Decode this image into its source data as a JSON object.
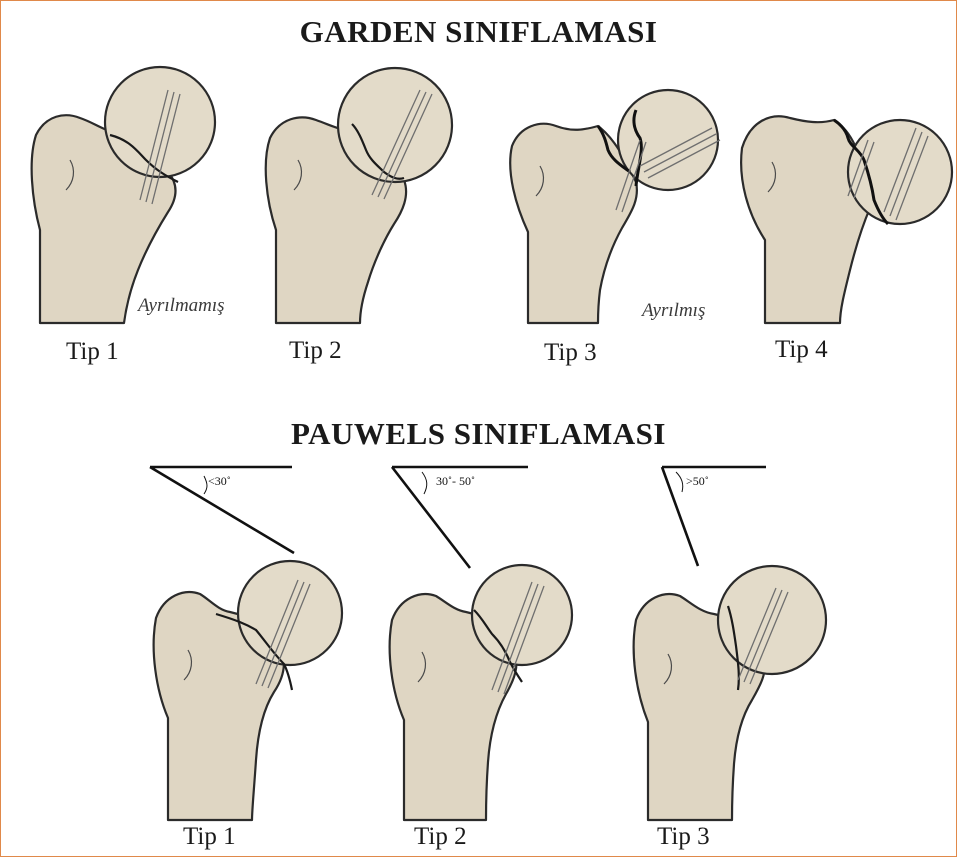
{
  "garden": {
    "title": "GARDEN SINIFLAMASI",
    "tips": [
      "Tip 1",
      "Tip 2",
      "Tip 3",
      "Tip 4"
    ],
    "notes": {
      "undisplaced": "Ayrılmamış",
      "displaced": "Ayrılmış"
    }
  },
  "pauwels": {
    "title": "PAUWELS SINIFLAMASI",
    "tips": [
      "Tip 1",
      "Tip 2",
      "Tip 3"
    ],
    "angles": [
      "<30˚",
      "30˚- 50˚",
      ">50˚"
    ]
  },
  "colors": {
    "bone_fill": "#dfd6c3",
    "outline": "#2b2b2b",
    "frame_border": "#e0894a"
  }
}
